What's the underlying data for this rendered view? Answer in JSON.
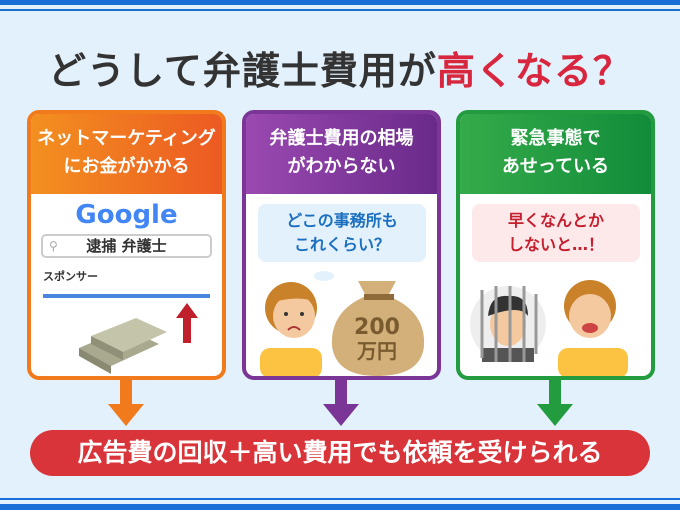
{
  "title": {
    "main": "どうして弁護士費用が",
    "highlight": "高くなる？"
  },
  "panels": [
    {
      "heading": "ネットマーケティング\nにお金がかかる",
      "logo": "Google",
      "search_query": "逮捕 弁護士",
      "sponsor_label": "スポンサー",
      "color": "#f07a1c"
    },
    {
      "heading": "弁護士費用の相場\nがわからない",
      "bubble": "どこの事務所も\nこれくらい？",
      "bag_amount": "200",
      "bag_unit": "万円",
      "color": "#7a3596"
    },
    {
      "heading": "緊急事態で\nあせっている",
      "bubble": "早くなんとか\nしないと…！",
      "color": "#229c3e"
    }
  ],
  "conclusion": "広告費の回収＋高い費用でも依頼を受けられる"
}
